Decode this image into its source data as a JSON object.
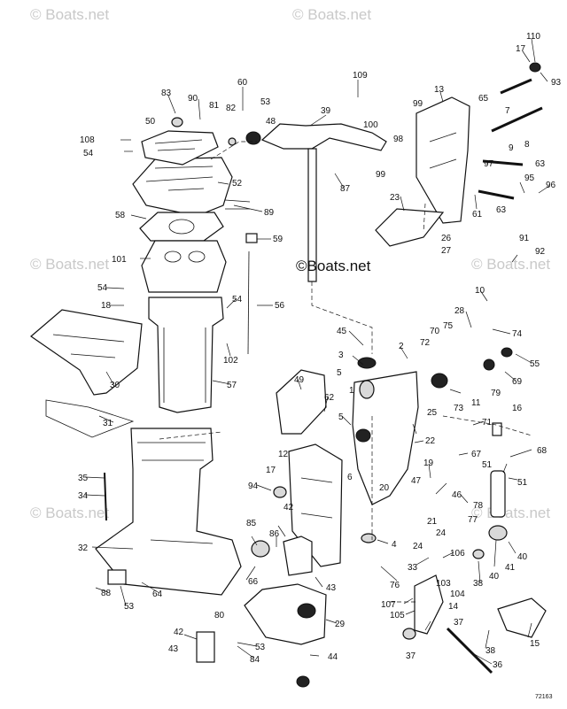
{
  "watermark": "© Boats.net",
  "center_brand": "©Boats.net",
  "drawing_code": "72163",
  "callouts": {
    "c110": "110",
    "c17a": "17",
    "c65": "65",
    "c93": "93",
    "c109": "109",
    "c60": "60",
    "c53a": "53",
    "c82": "82",
    "c81": "81",
    "c90": "90",
    "c83": "83",
    "c48": "48",
    "c39": "39",
    "c13": "13",
    "c99a": "99",
    "c100": "100",
    "c98": "98",
    "c99b": "99",
    "c7": "7",
    "c8": "8",
    "c9": "9",
    "c97": "97",
    "c63a": "63",
    "c95": "95",
    "c96": "96",
    "c63b": "63",
    "c61": "61",
    "c50": "50",
    "c108": "108",
    "c54a": "54",
    "c52": "52",
    "c87": "87",
    "c23": "23",
    "c58": "58",
    "c89": "89",
    "c26": "26",
    "c27": "27",
    "c59": "59",
    "c101": "101",
    "c91": "91",
    "c92": "92",
    "c54b": "54",
    "c18": "18",
    "c56": "56",
    "c54c": "54",
    "c10": "10",
    "c28": "28",
    "c74": "74",
    "c102": "102",
    "c45": "45",
    "c70": "70",
    "c75": "75",
    "c72": "72",
    "c2": "2",
    "c55": "55",
    "c30": "30",
    "c57": "57",
    "c3": "3",
    "c5a": "5",
    "c49": "49",
    "c1": "1",
    "c79": "79",
    "c69": "69",
    "c62": "62",
    "c11": "11",
    "c16": "16",
    "c73": "73",
    "c31": "31",
    "c25": "25",
    "c5b": "5",
    "c71": "71",
    "c68": "68",
    "c22": "22",
    "c67": "67",
    "c12": "12",
    "c6": "6",
    "c35": "35",
    "c19": "19",
    "c17b": "17",
    "c51a": "51",
    "c51b": "51",
    "c94": "94",
    "c47": "47",
    "c20": "20",
    "c46": "46",
    "c34": "34",
    "c78": "78",
    "c21": "21",
    "c77": "77",
    "c42a": "42",
    "c85": "85",
    "c4": "4",
    "c24a": "24",
    "c24b": "24",
    "c32": "32",
    "c86": "86",
    "c40a": "40",
    "c41": "41",
    "c33": "33",
    "c106": "106",
    "c38a": "38",
    "c40b": "40",
    "c66": "66",
    "c43a": "43",
    "c76": "76",
    "c103": "103",
    "c104": "104",
    "c14": "14",
    "c64": "64",
    "c107": "107",
    "c105": "105",
    "c88": "88",
    "c53b": "53",
    "c80": "80",
    "c29": "29",
    "c37a": "37",
    "c42b": "42",
    "c53c": "53",
    "c15": "15",
    "c84": "84",
    "c43b": "43",
    "c37b": "37",
    "c44": "44",
    "c38b": "38",
    "c36": "36"
  }
}
